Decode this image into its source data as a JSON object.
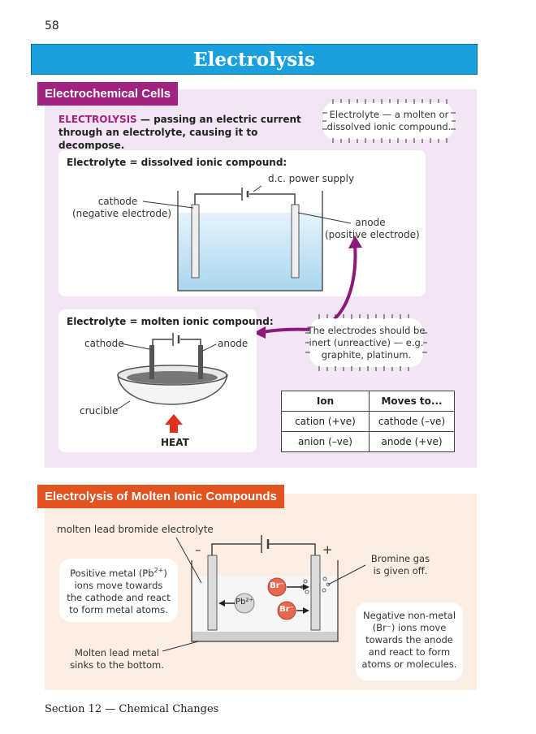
{
  "page_number": "58",
  "title": "Electrolysis",
  "section1": {
    "heading": "Electrochemical Cells",
    "definition_keyword": "ELECTROLYSIS",
    "definition_line1": "— passing an electric current",
    "definition_line2": "through an electrolyte, causing it to decompose.",
    "electrolyte_note_line1": "Electrolyte — a molten or",
    "electrolyte_note_line2": "dissolved ionic compound.",
    "dissolved_panel": {
      "heading": "Electrolyte = dissolved ionic compound:",
      "power_label": "d.c. power supply",
      "cathode_line1": "cathode",
      "cathode_line2": "(negative electrode)",
      "anode_line1": "anode",
      "anode_line2": "(positive electrode)"
    },
    "molten_panel": {
      "heading": "Electrolyte = molten ionic compound:",
      "cathode": "cathode",
      "anode": "anode",
      "crucible": "crucible",
      "heat": "HEAT"
    },
    "inert_note_line1": "The electrodes should be",
    "inert_note_line2": "inert (unreactive) — e.g.",
    "inert_note_line3": "graphite, platinum.",
    "table": {
      "headers": [
        "Ion",
        "Moves to..."
      ],
      "rows": [
        [
          "cation (+ve)",
          "cathode (–ve)"
        ],
        [
          "anion (–ve)",
          "anode (+ve)"
        ]
      ]
    }
  },
  "section2": {
    "heading": "Electrolysis of Molten Ionic Compounds",
    "electrolyte_label": "molten lead bromide electrolyte",
    "minus": "–",
    "plus": "+",
    "positive_line1": "Positive metal (Pb",
    "positive_sup": "2+",
    "positive_line1_end": ")",
    "positive_line2": "ions move towards",
    "positive_line3": "the cathode and react",
    "positive_line4": "to form metal atoms.",
    "bromine_line1": "Bromine gas",
    "bromine_line2": "is given off.",
    "molten_line1": "Molten lead metal",
    "molten_line2": "sinks to the bottom.",
    "negative_line1": "Negative non-metal",
    "negative_line2": "(Br⁻) ions move",
    "negative_line3": "towards the anode",
    "negative_line4": "and react to form",
    "negative_line5": "atoms or molecules.",
    "pb_ion": "Pb²⁺",
    "br_ion": "Br⁻"
  },
  "footer": "Section 12 — Chemical Changes",
  "colors": {
    "title_bar": "#1aa0dc",
    "section1_tag": "#a0237f",
    "section2_tag": "#e2531f",
    "section1_bg": "#f3e6f4",
    "section2_bg": "#fdeee3",
    "arrow": "#8b1a7a",
    "heat_arrow": "#e0301e",
    "br_ion": "#e8684f"
  }
}
